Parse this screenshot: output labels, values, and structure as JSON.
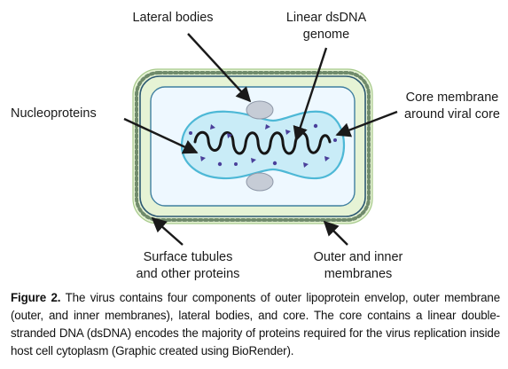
{
  "labels": {
    "lateral_bodies": "Lateral bodies",
    "genome_line1": "Linear dsDNA",
    "genome_line2": "genome",
    "nucleoproteins": "Nucleoproteins",
    "core_membrane_line1": "Core membrane",
    "core_membrane_line2": "around viral core",
    "surface_tubules_line1": "Surface tubules",
    "surface_tubules_line2": "and other proteins",
    "outer_inner_line1": "Outer and inner",
    "outer_inner_line2": "membranes"
  },
  "caption": {
    "figure_label": "Figure 2.",
    "text": " The virus contains four components of outer lipoprotein envelop, outer membrane (outer, and inner membranes), lateral bodies, and core. The core contains a linear double-stranded DNA (dsDNA) encodes the majority of proteins required for the virus replication inside host cell cytoplasm (Graphic created using BioRender)."
  },
  "colors": {
    "outer_envelope": "#e6f3d5",
    "outer_membrane_line": "#2e5a73",
    "inner_region": "#eef8ff",
    "core_fill": "#c9ecf7",
    "core_border": "#4db8d6",
    "lateral_body": "#c6ccd6",
    "dna": "#161616",
    "nucleoprotein": "#4a3f9a"
  }
}
